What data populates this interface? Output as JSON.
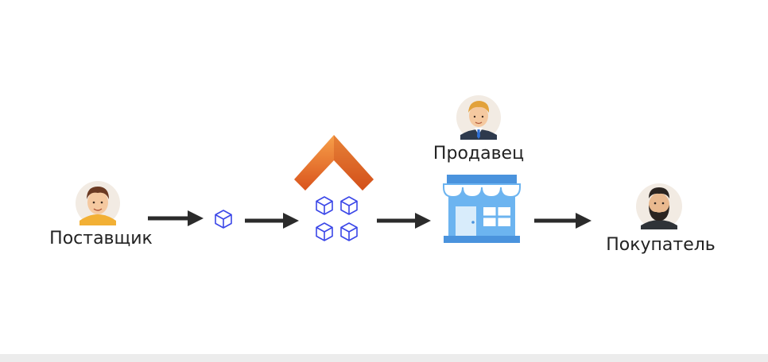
{
  "labels": {
    "supplier": "Поставщик",
    "seller": "Продавец",
    "buyer": "Покупатель"
  },
  "colors": {
    "arrow": "#2b2b2b",
    "box_outline": "#3b47e8",
    "store_body": "#6cb4f0",
    "store_light": "#d8ecfb",
    "logo_orange": "#e2631e",
    "logo_light": "#f7a04a",
    "avatar_bg": "#f2ebe3",
    "footer_band": "#ececec"
  },
  "icons": {
    "supplier": "supplier-avatar-icon",
    "single_box": "package-icon",
    "warehouse_logo": "logo-chevron-icon",
    "box_stack": "packages-icon",
    "seller": "seller-avatar-icon",
    "store": "storefront-icon",
    "buyer": "buyer-avatar-icon"
  }
}
